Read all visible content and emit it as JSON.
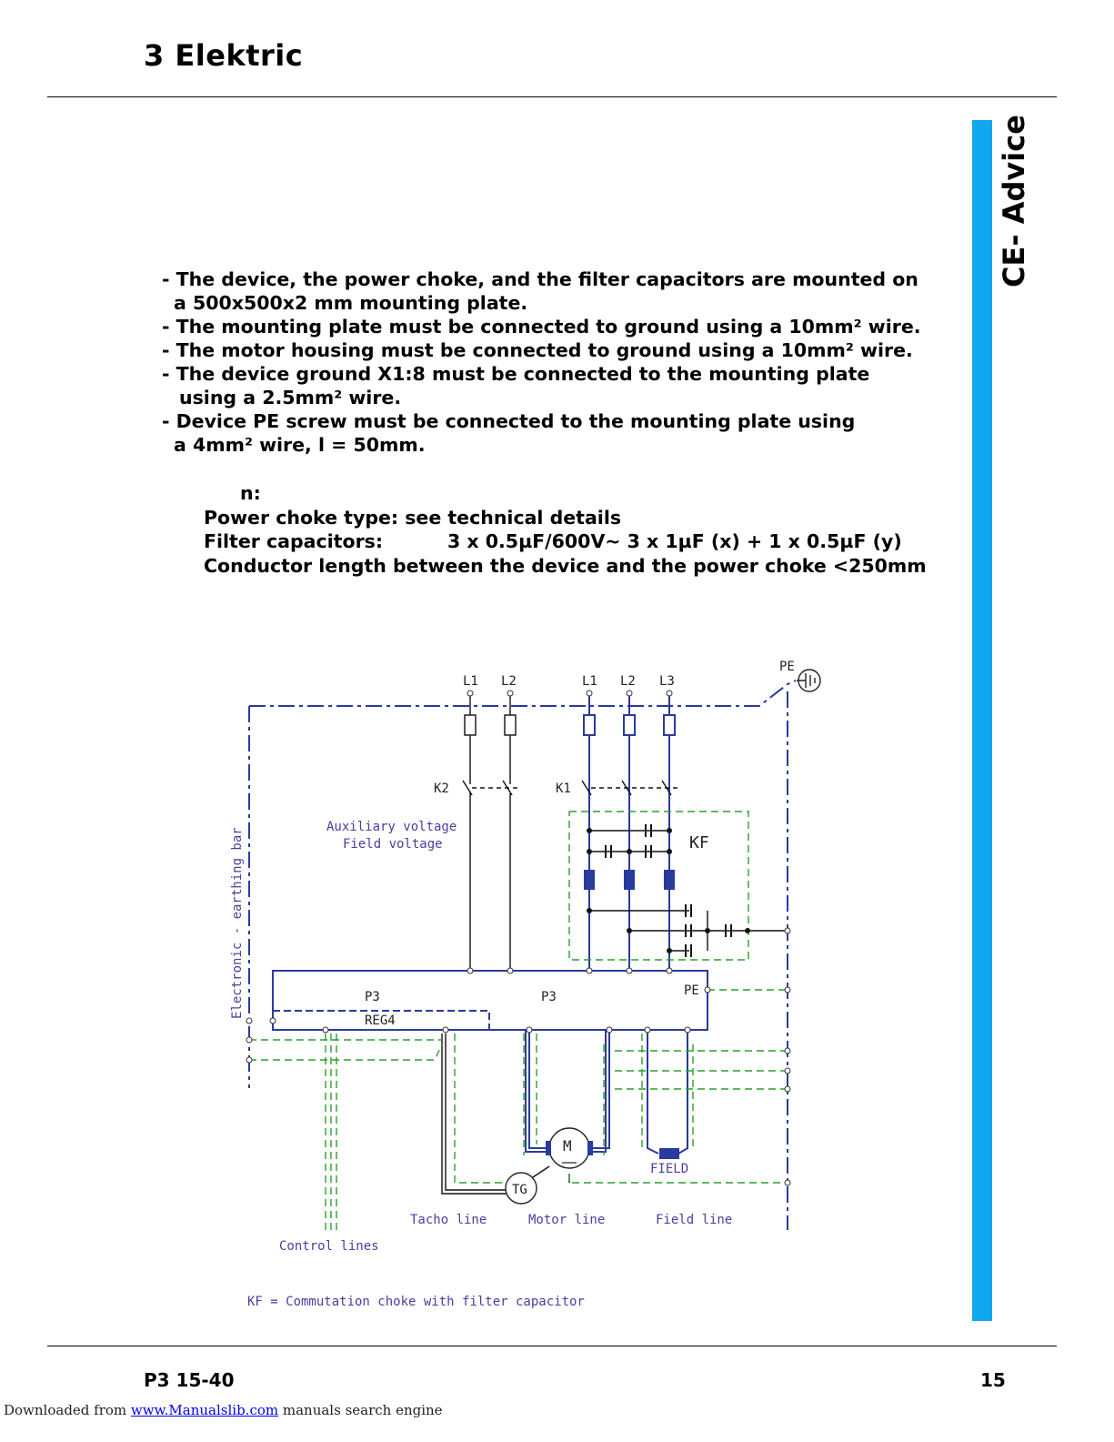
{
  "header": {
    "title": "3 Elektric"
  },
  "sidebar": {
    "label": "CE- Advice"
  },
  "instructions": [
    "- The device, the power choke, and the filter capacitors are mounted on",
    "a 500x500x2 mm mounting plate.",
    "- The mounting plate must be connected to ground using a 10mm² wire.",
    "- The motor housing must be connected to ground using a 10mm²  wire.",
    "- The device ground X1:8 must be connected to the mounting plate",
    "using a 2.5mm² wire.",
    "- Device PE screw must be connected to the mounting plate using",
    "a 4mm²  wire,  l = 50mm."
  ],
  "notes": {
    "heading": "n:",
    "choke": "Power choke type: see technical details",
    "capacitors_label": "Filter capacitors:",
    "capacitors_value": "3 x 0.5µF/600V~    3 x 1µF (x)  +  1 x 0.5µF (y)",
    "conductor": "Conductor length between the device and the power choke <250mm"
  },
  "diagram": {
    "pe": "PE",
    "aux_inputs": [
      "L1",
      "L2"
    ],
    "main_inputs": [
      "L1",
      "L2",
      "L3"
    ],
    "contactor_k2": "K2",
    "contactor_k1": "K1",
    "aux_label_1": "Auxiliary  voltage",
    "aux_label_2": "Field  voltage",
    "kf": "KF",
    "earthing_bar": "Electronic  -  earthing  bar",
    "device_p3_left": "P3",
    "device_p3_center": "P3",
    "device_pe": "PE",
    "reg4": "REG4",
    "motor": "M",
    "tacho": "TG",
    "field": "FIELD",
    "tacho_line": "Tacho  line",
    "motor_line": "Motor  line",
    "field_line": "Field  line",
    "control_lines": "Control  lines",
    "legend": "KF  =  Commutation  choke  with  filter  capacitor"
  },
  "footer": {
    "model": "P3 15-40",
    "page": "15"
  },
  "download": {
    "prefix": "Downloaded from ",
    "link": "www.Manualslib.com",
    "suffix": "  manuals search engine"
  },
  "colors": {
    "accent_bar": "#0fa8ee",
    "wire_blue": "#2a3a9e",
    "ground_green": "#2aa02a",
    "label_purple": "#4a3fa0"
  }
}
